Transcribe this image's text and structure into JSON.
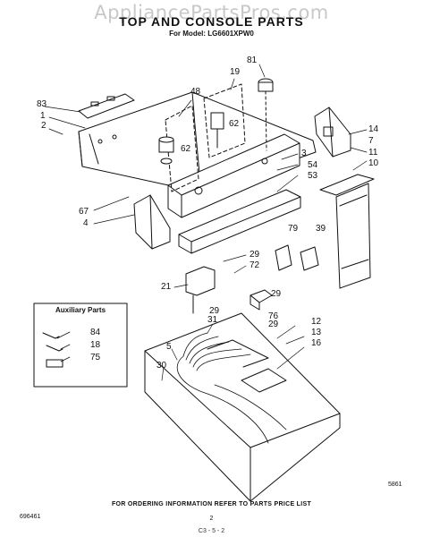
{
  "header": {
    "watermark": "AppliancePartsPros.com",
    "title": "TOP AND CONSOLE PARTS",
    "model_line": "For Model: LG6601XPW0"
  },
  "aux_box": {
    "title": "Auxiliary Parts",
    "labels": [
      "84",
      "18",
      "75"
    ]
  },
  "callouts": [
    "81",
    "19",
    "48",
    "83",
    "1",
    "2",
    "62",
    "62",
    "3",
    "54",
    "53",
    "14",
    "7",
    "11",
    "10",
    "67",
    "4",
    "79",
    "39",
    "29",
    "72",
    "21",
    "29",
    "29",
    "76",
    "29",
    "12",
    "13",
    "16",
    "5",
    "31",
    "30"
  ],
  "footer": {
    "code": "5861",
    "ordering": "FOR ORDERING INFORMATION REFER TO PARTS PRICE LIST",
    "doc_number": "696461",
    "page": "2",
    "bottom_mark": "C3 - 5 - 2"
  }
}
